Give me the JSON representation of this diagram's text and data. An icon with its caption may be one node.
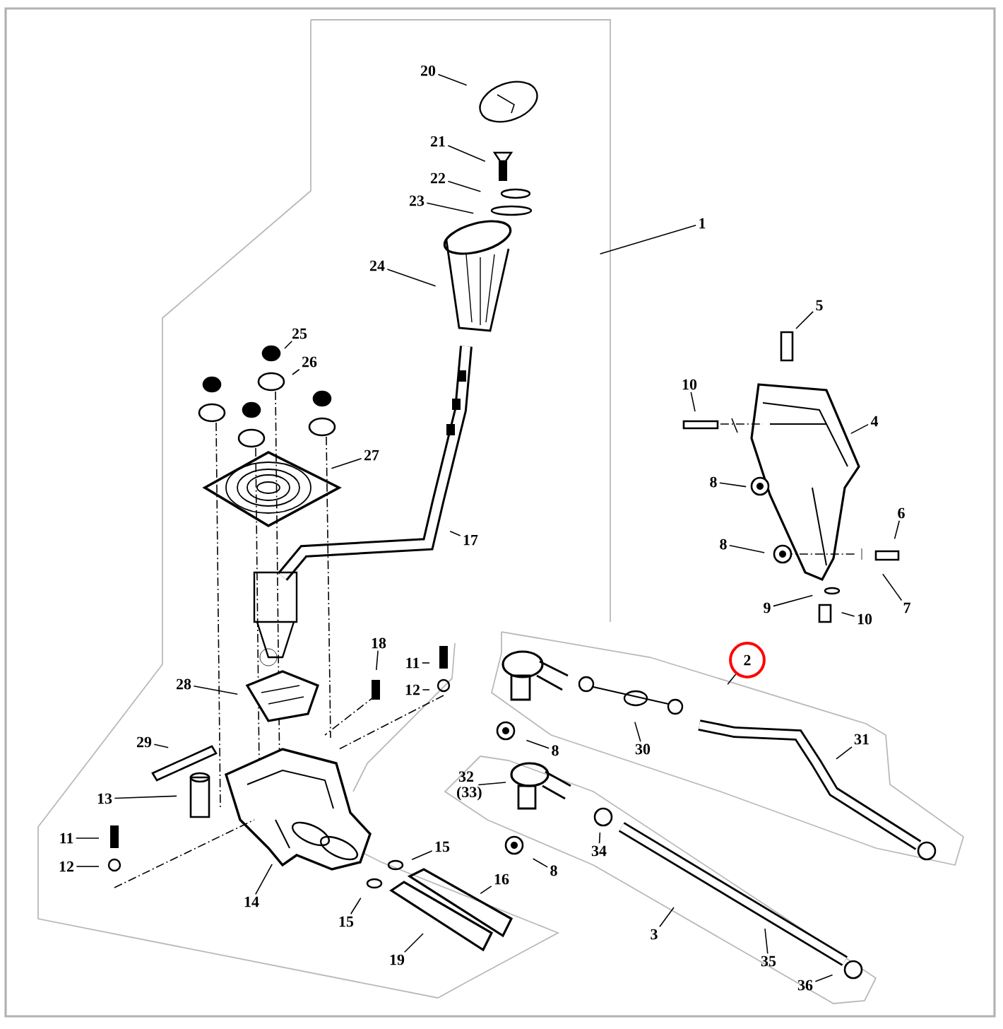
{
  "diagram": {
    "nodes": [
      {
        "text": [
          "20"
        ]
      },
      {
        "text": [
          "21"
        ]
      },
      {
        "text": [
          "22"
        ]
      },
      {
        "text": [
          "1"
        ]
      },
      {
        "text": [
          "23"
        ]
      },
      {
        "text": [
          "24"
        ]
      },
      {
        "text": [
          "5"
        ]
      },
      {
        "text": [
          "25"
        ]
      },
      {
        "text": [
          "26"
        ]
      },
      {
        "text": [
          "10"
        ]
      },
      {
        "text": [
          "4"
        ]
      },
      {
        "text": [
          "27"
        ]
      },
      {
        "text": [
          "8"
        ]
      },
      {
        "text": [
          "6"
        ]
      },
      {
        "text": [
          "17"
        ]
      },
      {
        "text": [
          "8"
        ]
      },
      {
        "text": [
          "9"
        ]
      },
      {
        "text": [
          "7"
        ]
      },
      {
        "text": [
          "10"
        ]
      },
      {
        "text": [
          "18"
        ]
      },
      {
        "text": [
          "2"
        ]
      },
      {
        "text": [
          "11"
        ]
      },
      {
        "text": [
          "28"
        ]
      },
      {
        "text": [
          "12"
        ]
      },
      {
        "text": [
          "29"
        ]
      },
      {
        "text": [
          "30"
        ]
      },
      {
        "text": [
          "8"
        ]
      },
      {
        "text": [
          "31"
        ]
      },
      {
        "text": [
          "32 (33)"
        ]
      },
      {
        "text": [
          "13"
        ]
      },
      {
        "text": [
          "11"
        ]
      },
      {
        "text": [
          "15"
        ]
      },
      {
        "text": [
          "34"
        ]
      },
      {
        "text": [
          "8"
        ]
      },
      {
        "text": [
          "12"
        ]
      },
      {
        "text": [
          "16"
        ]
      },
      {
        "text": [
          "14"
        ]
      },
      {
        "text": [
          "15"
        ]
      },
      {
        "text": [
          "3"
        ]
      },
      {
        "text": [
          "19"
        ]
      },
      {
        "text": [
          "35"
        ]
      },
      {
        "text": [
          "36"
        ]
      }
    ],
    "edges": [
      {
        "from": 0,
        "to": null,
        "arrow": "none"
      },
      {
        "from": 1,
        "to": null,
        "arrow": "none"
      },
      {
        "from": 2,
        "to": null,
        "arrow": "none"
      },
      {
        "from": 3,
        "to": null,
        "arrow": "none"
      },
      {
        "from": 4,
        "to": null,
        "arrow": "none"
      },
      {
        "from": 5,
        "to": null,
        "arrow": "none"
      },
      {
        "from": 6,
        "to": null,
        "arrow": "none"
      },
      {
        "from": 7,
        "to": null,
        "arrow": "none"
      },
      {
        "from": 8,
        "to": null,
        "arrow": "none"
      },
      {
        "from": 9,
        "to": null,
        "arrow": "none"
      },
      {
        "from": 10,
        "to": null,
        "arrow": "none"
      },
      {
        "from": 11,
        "to": null,
        "arrow": "none"
      },
      {
        "from": 12,
        "to": null,
        "arrow": "none"
      },
      {
        "from": 13,
        "to": null,
        "arrow": "none"
      },
      {
        "from": 14,
        "to": null,
        "arrow": "none"
      },
      {
        "from": 15,
        "to": null,
        "arrow": "none"
      },
      {
        "from": 16,
        "to": null,
        "arrow": "none"
      },
      {
        "from": 17,
        "to": null,
        "arrow": "none"
      },
      {
        "from": 18,
        "to": null,
        "arrow": "none"
      },
      {
        "from": 19,
        "to": null,
        "arrow": "none"
      },
      {
        "from": 20,
        "to": null,
        "arrow": "none"
      },
      {
        "from": 21,
        "to": null,
        "arrow": "none"
      },
      {
        "from": 22,
        "to": null,
        "arrow": "none"
      },
      {
        "from": 23,
        "to": null,
        "arrow": "none"
      },
      {
        "from": 24,
        "to": null,
        "arrow": "none"
      },
      {
        "from": 25,
        "to": null,
        "arrow": "none"
      },
      {
        "from": 26,
        "to": null,
        "arrow": "none"
      },
      {
        "from": 27,
        "to": null,
        "arrow": "none"
      },
      {
        "from": 28,
        "to": null,
        "arrow": "none"
      },
      {
        "from": 29,
        "to": null,
        "arrow": "none"
      },
      {
        "from": 30,
        "to": null,
        "arrow": "none"
      },
      {
        "from": 31,
        "to": null,
        "arrow": "none"
      },
      {
        "from": 32,
        "to": null,
        "arrow": "none"
      },
      {
        "from": 33,
        "to": null,
        "arrow": "none"
      },
      {
        "from": 34,
        "to": null,
        "arrow": "none"
      },
      {
        "from": 35,
        "to": null,
        "arrow": "none"
      },
      {
        "from": 36,
        "to": null,
        "arrow": "none"
      },
      {
        "from": 37,
        "to": null,
        "arrow": "none"
      },
      {
        "from": 38,
        "to": null,
        "arrow": "none"
      },
      {
        "from": 39,
        "to": null,
        "arrow": "none"
      },
      {
        "from": 40,
        "to": null,
        "arrow": "none"
      },
      {
        "from": 41,
        "to": null,
        "arrow": "none"
      }
    ]
  }
}
